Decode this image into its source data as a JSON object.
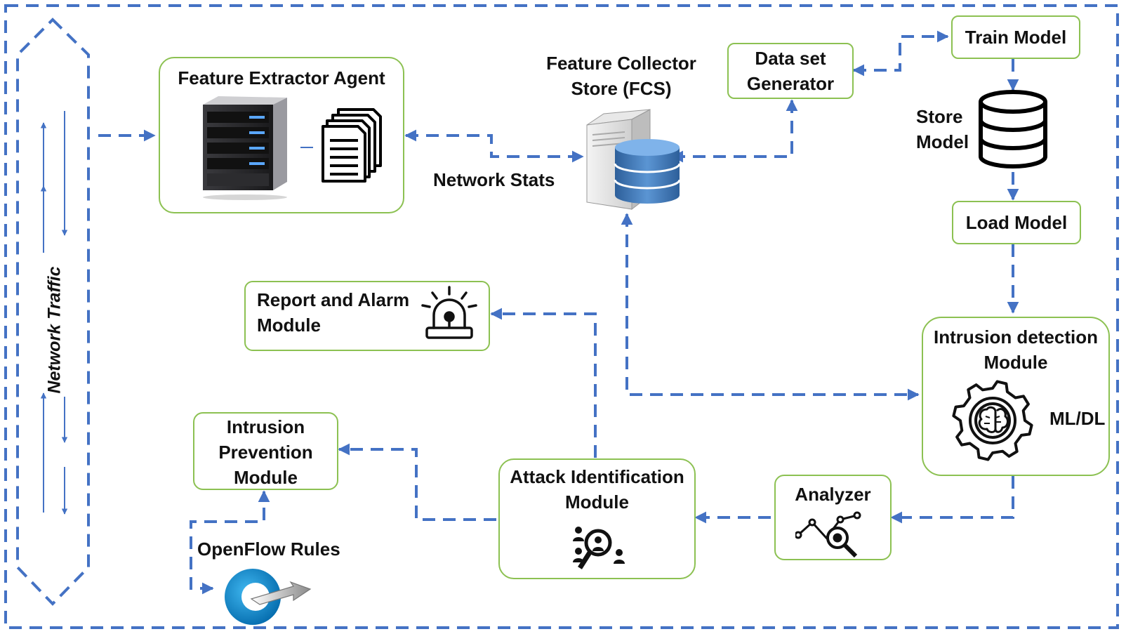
{
  "diagram": {
    "colors": {
      "connector": "#4472c4",
      "box_border": "#8cc152",
      "text": "#111111"
    },
    "network_traffic": {
      "label": "Network Traffic"
    },
    "nodes": {
      "feature_extractor": {
        "title": "Feature Extractor Agent",
        "icons": [
          "server-icon",
          "documents-icon"
        ]
      },
      "fcs": {
        "title_line1": "Feature Collector",
        "title_line2": "Store (FCS)",
        "icons": [
          "server-database-icon"
        ]
      },
      "network_stats": {
        "label": "Network Stats"
      },
      "dataset_generator": {
        "line1": "Data set",
        "line2": "Generator"
      },
      "train_model": {
        "label": "Train Model"
      },
      "store_model": {
        "line1": "Store",
        "line2": "Model",
        "icons": [
          "database-icon"
        ]
      },
      "load_model": {
        "label": "Load Model"
      },
      "intrusion_detection": {
        "line1": "Intrusion detection",
        "line2": "Module",
        "tag": "ML/DL",
        "icons": [
          "gear-brain-icon"
        ]
      },
      "analyzer": {
        "label": "Analyzer",
        "icons": [
          "chart-magnifier-icon"
        ]
      },
      "attack_identification": {
        "line1": "Attack Identification",
        "line2": "Module",
        "icons": [
          "people-search-icon"
        ]
      },
      "report_alarm": {
        "line1": "Report and Alarm",
        "line2": "Module",
        "icons": [
          "alarm-siren-icon"
        ]
      },
      "intrusion_prevention": {
        "line1": "Intrusion",
        "line2": "Prevention",
        "line3": "Module"
      },
      "openflow": {
        "label": "OpenFlow Rules",
        "icons": [
          "openflow-logo-icon"
        ]
      }
    },
    "edges": [
      {
        "from": "Network Traffic",
        "to": "Feature Extractor Agent"
      },
      {
        "from": "Feature Extractor Agent",
        "to": "Feature Collector Store (FCS)",
        "bidirectional": true
      },
      {
        "from": "Feature Collector Store (FCS)",
        "to": "Data set Generator",
        "bidirectional": true
      },
      {
        "from": "Data set Generator",
        "to": "Train Model",
        "bidirectional": true
      },
      {
        "from": "Train Model",
        "to": "Store Model"
      },
      {
        "from": "Store Model",
        "to": "Load Model"
      },
      {
        "from": "Load Model",
        "to": "Intrusion detection Module"
      },
      {
        "from": "Feature Collector Store (FCS)",
        "to": "Intrusion detection Module",
        "bidirectional": true
      },
      {
        "from": "Intrusion detection Module",
        "to": "Analyzer"
      },
      {
        "from": "Analyzer",
        "to": "Attack Identification Module"
      },
      {
        "from": "Attack Identification Module",
        "to": "Report and Alarm Module"
      },
      {
        "from": "Attack Identification Module",
        "to": "Intrusion Prevention Module"
      },
      {
        "from": "OpenFlow Rules",
        "to": "Intrusion Prevention Module",
        "bidirectional": true
      }
    ]
  }
}
